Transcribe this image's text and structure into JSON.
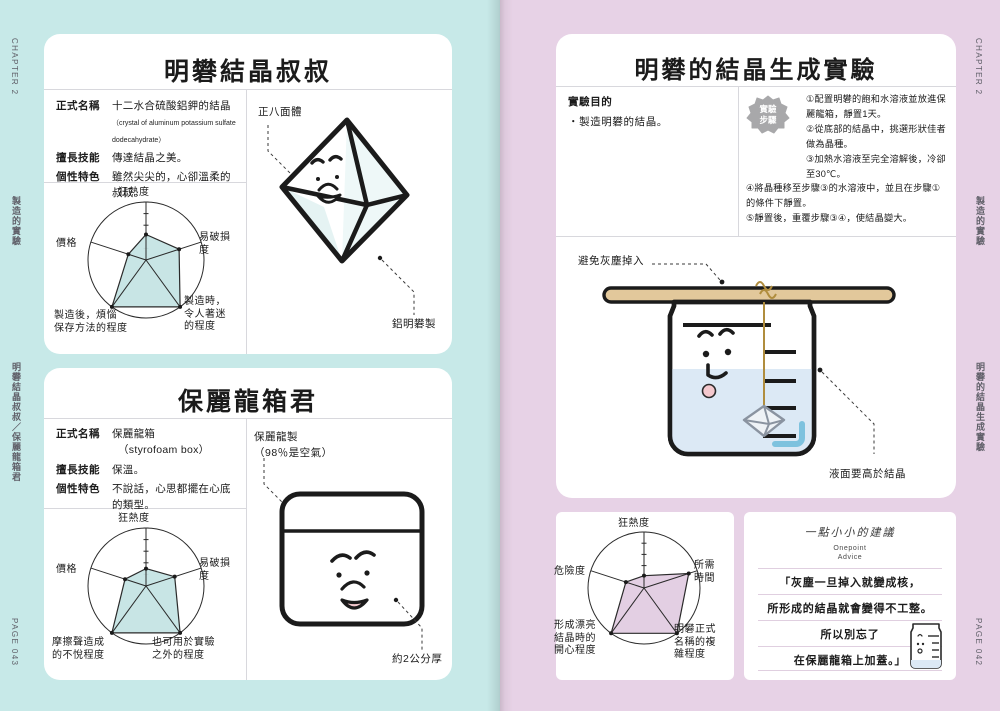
{
  "spread": {
    "bg_left": "#c7e9e8",
    "bg_right": "#e7d2e6"
  },
  "margins": {
    "left": {
      "chapter": "CHAPTER 2",
      "section": "製造的實驗",
      "topic": "明礬結晶叔叔／保麗龍箱君",
      "page": "PAGE 043"
    },
    "right": {
      "chapter": "CHAPTER 2",
      "section": "製造的實驗",
      "topic": "明礬的結晶生成實驗",
      "page": "PAGE 042"
    }
  },
  "card_alum": {
    "title": "明礬結晶叔叔",
    "spec": [
      {
        "key": "正式名稱",
        "value": "十二水合硫酸鋁鉀的結晶",
        "sub": "（crystal of aluminum potassium sulfate dodecahydrate）"
      },
      {
        "key": "擅長技能",
        "value": "傳達結晶之美。",
        "sub": ""
      },
      {
        "key": "個性特色",
        "value": "雖然尖尖的，心卻溫柔的叔叔。",
        "sub": ""
      }
    ],
    "callouts": {
      "shape": "正八面體",
      "material": "鋁明礬製"
    },
    "chart_data": {
      "type": "radar",
      "title": "",
      "categories": [
        "狂熱度",
        "易破損度",
        "製造時，\n令人著迷\n的程度",
        "製造後，煩惱\n保存方法的程度",
        "價格"
      ],
      "values": [
        2.2,
        3.0,
        5.0,
        5.0,
        1.6
      ],
      "max": 5,
      "rings": 5,
      "fill_color": "#c5e4e4",
      "line_color": "#2a2a2a"
    }
  },
  "card_styrofoam": {
    "title": "保麗龍箱君",
    "spec": [
      {
        "key": "正式名稱",
        "value": "保麗龍箱",
        "sub": "（styrofoam box）"
      },
      {
        "key": "擅長技能",
        "value": "保溫。",
        "sub": ""
      },
      {
        "key": "個性特色",
        "value": "不說話，心思都擺在心底的類型。",
        "sub": ""
      }
    ],
    "callouts": {
      "material": "保麗龍製\n（98％是空氣）",
      "thickness": "約2公分厚"
    },
    "chart_data": {
      "type": "radar",
      "title": "",
      "categories": [
        "狂熱度",
        "易破損度",
        "也可用於實驗\n之外的程度",
        "摩擦聲造成\n的不悅程度",
        "價格"
      ],
      "values": [
        1.5,
        2.6,
        5.0,
        5.0,
        1.9
      ],
      "max": 5,
      "rings": 5,
      "fill_color": "#c5e4e4",
      "line_color": "#2a2a2a"
    }
  },
  "card_experiment": {
    "title": "明礬的結晶生成實驗",
    "purpose_heading": "實驗目的",
    "purpose_body": "・製造明礬的結晶。",
    "steps_badge": "實驗\n步驟",
    "steps": [
      "①配置明礬的飽和水溶液並放進保麗龍箱，靜置1天。",
      "②從底部的結晶中，挑選形狀佳者做為晶種。",
      "③加熱水溶液至完全溶解後，冷卻至30℃。",
      "④將晶種移至步驟③的水溶液中，並且在步驟①的條件下靜置。",
      "⑤靜置後，重覆步驟③④，使結晶變大。"
    ],
    "diagram_callouts": {
      "dust": "避免灰塵掉入",
      "level": "液面要高於結晶"
    }
  },
  "card_radar_right": {
    "chart_data": {
      "type": "radar",
      "title": "",
      "categories": [
        "狂熱度",
        "所需\n時間",
        "明礬正式\n名稱的複\n雜程度",
        "形成漂亮\n結晶時的\n開心程度",
        "危險度"
      ],
      "values": [
        1.1,
        4.2,
        5.0,
        5.0,
        1.7
      ],
      "max": 5,
      "rings": 5,
      "fill_color": "#e2cce2",
      "line_color": "#2a2a2a"
    }
  },
  "card_advice": {
    "handwritten": "一點小小的建議",
    "label_line1": "Onepoint",
    "label_line2": "Advice",
    "lines": [
      "「灰塵一旦掉入就變成核，",
      "所形成的結晶就會變得不工整。",
      "所以別忘了",
      "在保麗龍箱上加蓋。」"
    ],
    "icon": "beaker-icon"
  }
}
